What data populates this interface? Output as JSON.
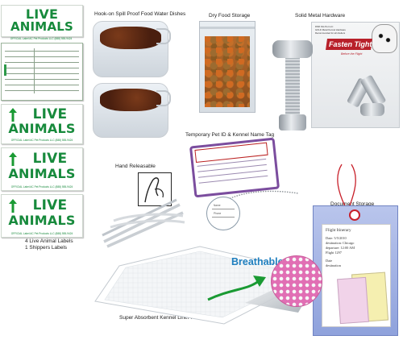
{
  "labels": {
    "top_line1": "LIVE",
    "top_line2": "ANIMALS",
    "arrow_line1": "LIVE",
    "arrow_line2": "ANIMALS",
    "footer_text": "OFFICIAL Label AC Pet Products LLC (888) 555-9424",
    "caption_line1": "4 Live Animal Labels",
    "caption_line2": "1 Shippers Labels"
  },
  "dishes": {
    "caption": "Hook-on  Spill Proof Food Water Dishes"
  },
  "dry_food": {
    "caption": "Dry Food Storage"
  },
  "hardware": {
    "caption": "Solid Metal Hardware",
    "card_text_1": "DNR Kits Pet LLC",
    "card_text_2": "GOLD Metal Kennel Hardware",
    "card_text_3": "Recommended for all shelters",
    "brand": "Fasten Tight",
    "brand_tagline": "Before the Flight"
  },
  "id_tag": {
    "caption": "Temporary Pet ID & Kennel Name Tag",
    "round_line1": "Name",
    "round_line2": "Phone"
  },
  "ties": {
    "caption": "Hand Releasable"
  },
  "docs": {
    "caption": "Document Storage",
    "title": "Flight Itinerary",
    "line1": "Date: 5/5/2010",
    "line2": "destination: Chicago",
    "line3": "departure: 12:00 AM",
    "line4": "Flight 1297",
    "line5": "Date",
    "line6": "destination"
  },
  "pad": {
    "caption": "Super Absorbent Kennel Liner Pad",
    "breathable": "Breathable"
  },
  "colors": {
    "label_green": "#178a3c",
    "tag_purple": "#7b4d9e",
    "breathable_blue": "#1f7fbf",
    "arrow_green": "#1a9a33"
  }
}
